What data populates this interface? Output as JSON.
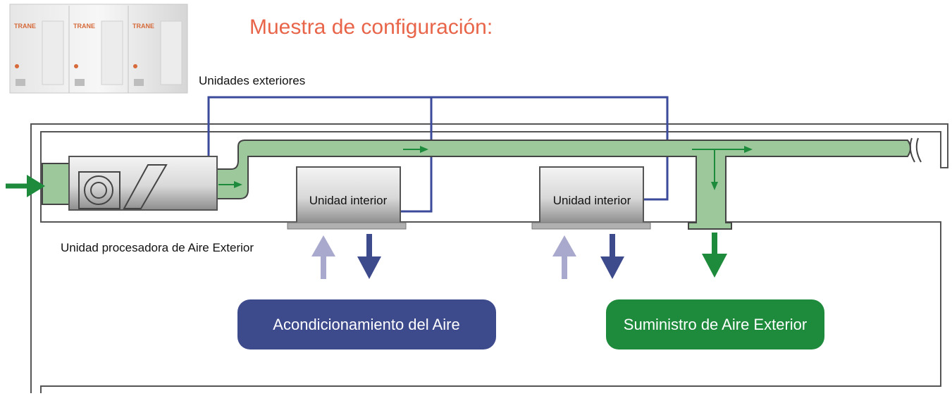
{
  "diagram": {
    "title": "Muestra de configuración:",
    "labels": {
      "outdoor_units": "Unidades exteriores",
      "air_processor": "Unidad procesadora de Aire Exterior",
      "indoor_unit_1": "Unidad interior",
      "indoor_unit_2": "Unidad interior"
    },
    "badges": {
      "conditioning": "Acondicionamiento del Aire",
      "outdoor_supply": "Suministro de Aire Exterior"
    },
    "outdoor_unit_brand": "TRANE",
    "colors": {
      "title": "#e8654a",
      "duct_fill": "#9cc89c",
      "green_arrow": "#1e8a3c",
      "refrigerant_line": "#3b4a9a",
      "conditioning_badge": "#3d4a8c",
      "supply_badge": "#1e8a3c",
      "return_arrow": "#a9a9cd",
      "supply_arrow": "#3d4a8c"
    }
  }
}
